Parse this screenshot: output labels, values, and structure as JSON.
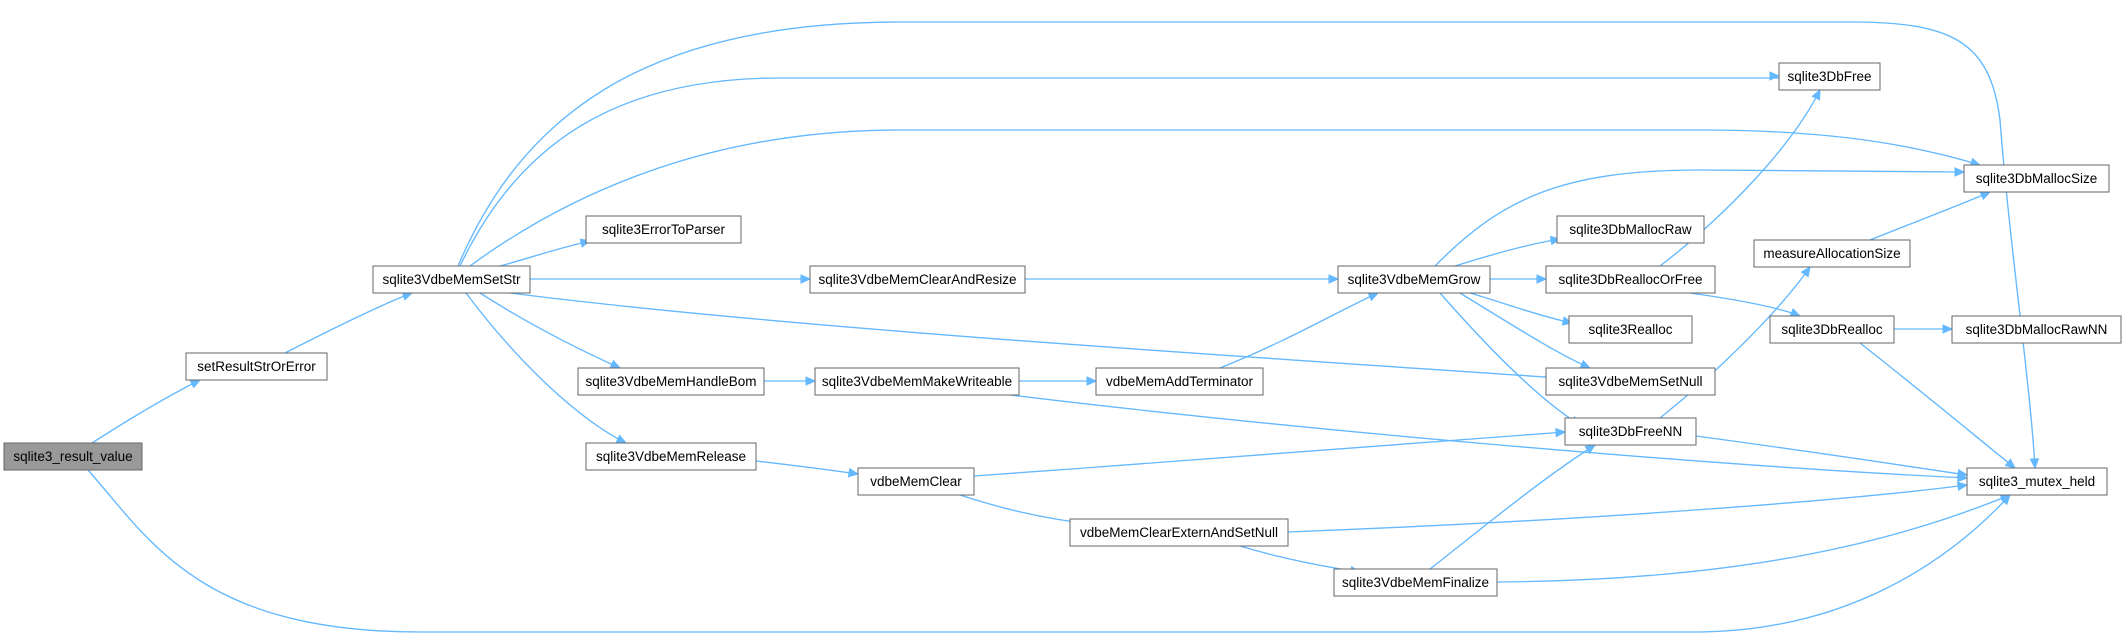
{
  "colors": {
    "edge": "#63b8ff",
    "node_border": "#666666",
    "root_fill": "#999999",
    "node_fill": "#ffffff",
    "text": "#000000"
  },
  "nodes": {
    "n0": "sqlite3_result_value",
    "n1": "setResultStrOrError",
    "n2": "sqlite3VdbeMemSetStr",
    "n3": "sqlite3ErrorToParser",
    "n4": "sqlite3VdbeMemHandleBom",
    "n5": "sqlite3VdbeMemRelease",
    "n6": "sqlite3VdbeMemClearAndResize",
    "n7": "sqlite3VdbeMemMakeWriteable",
    "n8": "vdbeMemClear",
    "n9": "vdbeMemAddTerminator",
    "n10": "vdbeMemClearExternAndSetNull",
    "n11": "sqlite3VdbeMemGrow",
    "n12": "sqlite3VdbeMemFinalize",
    "n13": "sqlite3DbFree",
    "n14": "sqlite3DbMallocRaw",
    "n15": "sqlite3DbReallocOrFree",
    "n16": "sqlite3Realloc",
    "n17": "sqlite3VdbeMemSetNull",
    "n18": "sqlite3DbFreeNN",
    "n19": "measureAllocationSize",
    "n20": "sqlite3DbRealloc",
    "n21": "sqlite3DbMallocSize",
    "n22": "sqlite3DbMallocRawNN",
    "n23": "sqlite3_mutex_held"
  }
}
